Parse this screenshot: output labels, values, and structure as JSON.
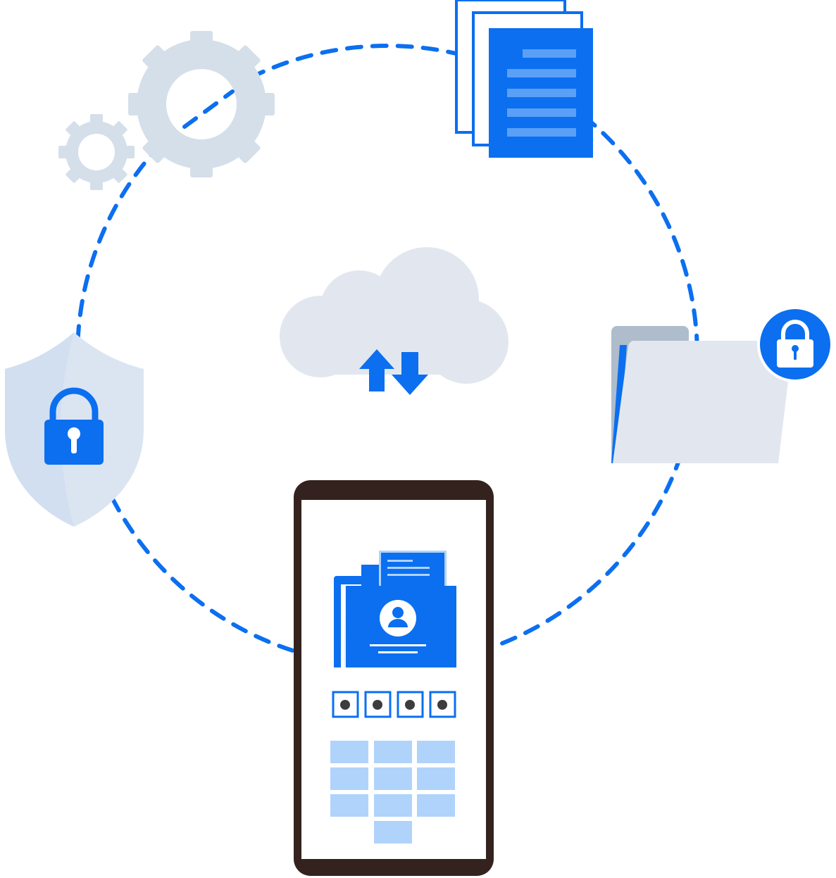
{
  "colors": {
    "accent_blue": "#0b6ff0",
    "light_blue": "#b0d3fb",
    "pale_blue": "#dce4ef",
    "cloud_gray": "#e2e7ef",
    "gear_gray": "#d5dfea",
    "folder_back": "#aebccb",
    "phone_frame": "#34221e",
    "white": "#ffffff"
  },
  "icons": [
    "gear-icon",
    "documents-icon",
    "cloud-sync-icon",
    "shield-lock-icon",
    "locked-folder-icon",
    "smartphone-icon",
    "user-folder-icon",
    "pin-entry-icon",
    "keypad-icon"
  ],
  "pin": {
    "digits_entered": 4
  },
  "keypad": {
    "rows": 4,
    "columns": 3
  }
}
